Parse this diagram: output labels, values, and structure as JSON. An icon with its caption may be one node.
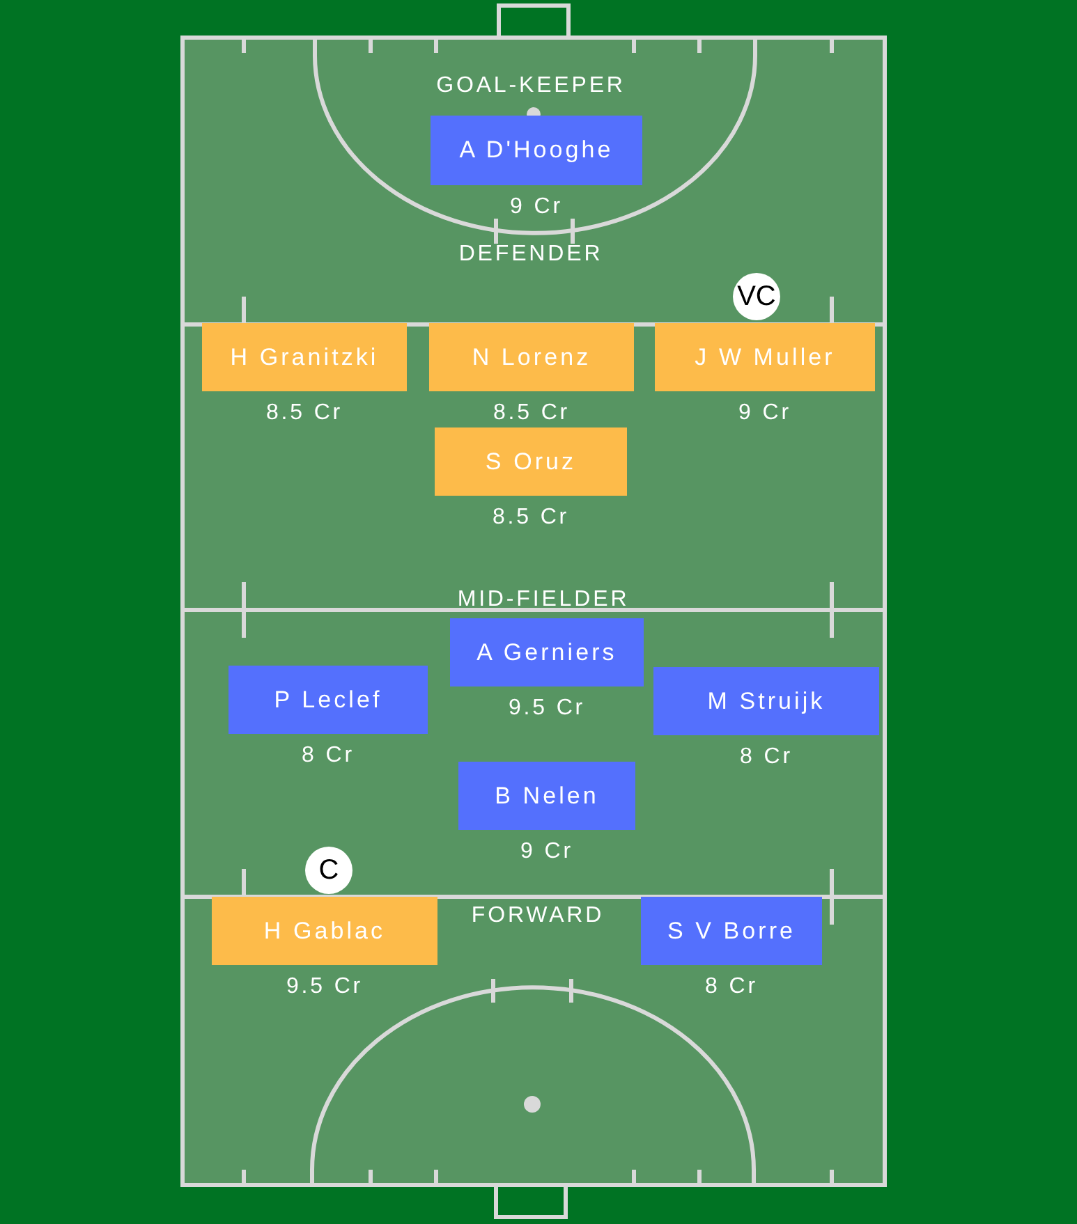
{
  "diagram": {
    "nodes": [
      {
        "text": [
          "A D'Hooghe"
        ],
        "beside": [
          "9 Cr"
        ]
      },
      {
        "text": [
          "H Granitzki"
        ],
        "beside": [
          "8.5 Cr"
        ]
      },
      {
        "text": [
          "N Lorenz"
        ],
        "beside": [
          "8.5 Cr"
        ]
      },
      {
        "text": [
          "J W Muller"
        ],
        "beside": [
          "9 Cr"
        ]
      },
      {
        "text": [
          "VC"
        ]
      },
      {
        "text": [
          "S Oruz"
        ],
        "beside": [
          "8.5 Cr"
        ]
      },
      {
        "text": [
          "A Gerniers"
        ],
        "beside": [
          "9.5 Cr"
        ]
      },
      {
        "text": [
          "P Leclef"
        ],
        "beside": [
          "8 Cr"
        ]
      },
      {
        "text": [
          "M Struijk"
        ],
        "beside": [
          "8 Cr"
        ]
      },
      {
        "text": [
          "B Nelen"
        ],
        "beside": [
          "9 Cr"
        ]
      },
      {
        "text": [
          "C"
        ]
      },
      {
        "text": [
          "H Gablac"
        ],
        "beside": [
          "9.5 Cr"
        ]
      },
      {
        "text": [
          "S V Borre"
        ],
        "beside": [
          "8 Cr"
        ]
      }
    ],
    "labels": [
      "GOAL-KEEPER",
      "DEFENDER",
      "MID-FIELDER",
      "FORWARD"
    ]
  }
}
